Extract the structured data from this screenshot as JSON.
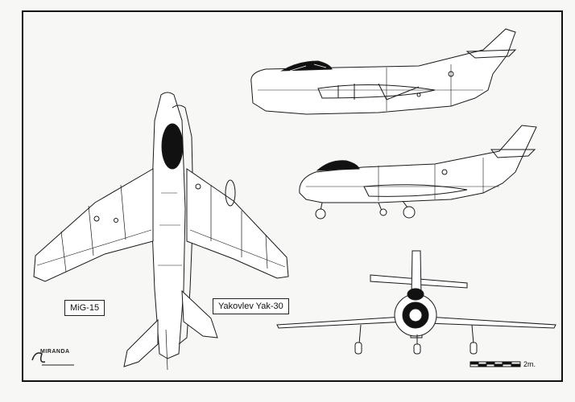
{
  "labels": {
    "left_aircraft": "MiG-15",
    "right_aircraft": "Yakovlev Yak-30"
  },
  "scale": {
    "unit_label": "2m."
  },
  "author_mark": "MIRANDA",
  "colors": {
    "line": "#1a1a1a",
    "paper": "#f7f7f5",
    "border": "#111111"
  }
}
